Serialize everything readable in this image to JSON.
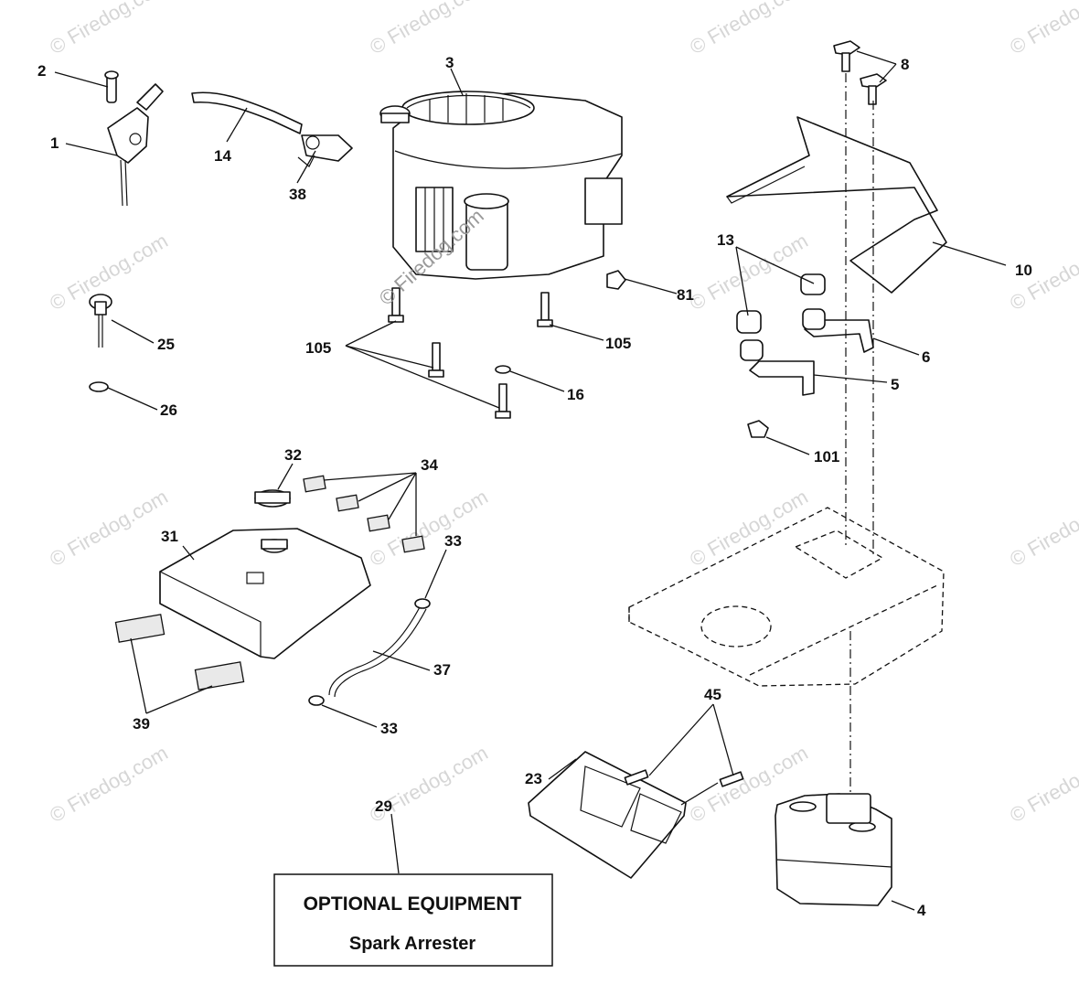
{
  "callouts": {
    "c1": "1",
    "c2": "2",
    "c3": "3",
    "c4": "4",
    "c5": "5",
    "c6": "6",
    "c8": "8",
    "c10": "10",
    "c13": "13",
    "c14": "14",
    "c16": "16",
    "c23": "23",
    "c25": "25",
    "c26": "26",
    "c29": "29",
    "c31": "31",
    "c32": "32",
    "c33a": "33",
    "c33b": "33",
    "c34": "34",
    "c37": "37",
    "c38": "38",
    "c39": "39",
    "c45": "45",
    "c81": "81",
    "c101": "101",
    "c105a": "105",
    "c105b": "105"
  },
  "optional_box": {
    "title": "OPTIONAL EQUIPMENT",
    "subtitle": "Spark Arrester"
  },
  "watermark": {
    "text": "© Firedog.com",
    "center_text": "© Firedog.com",
    "color": "#d6d6d6"
  }
}
